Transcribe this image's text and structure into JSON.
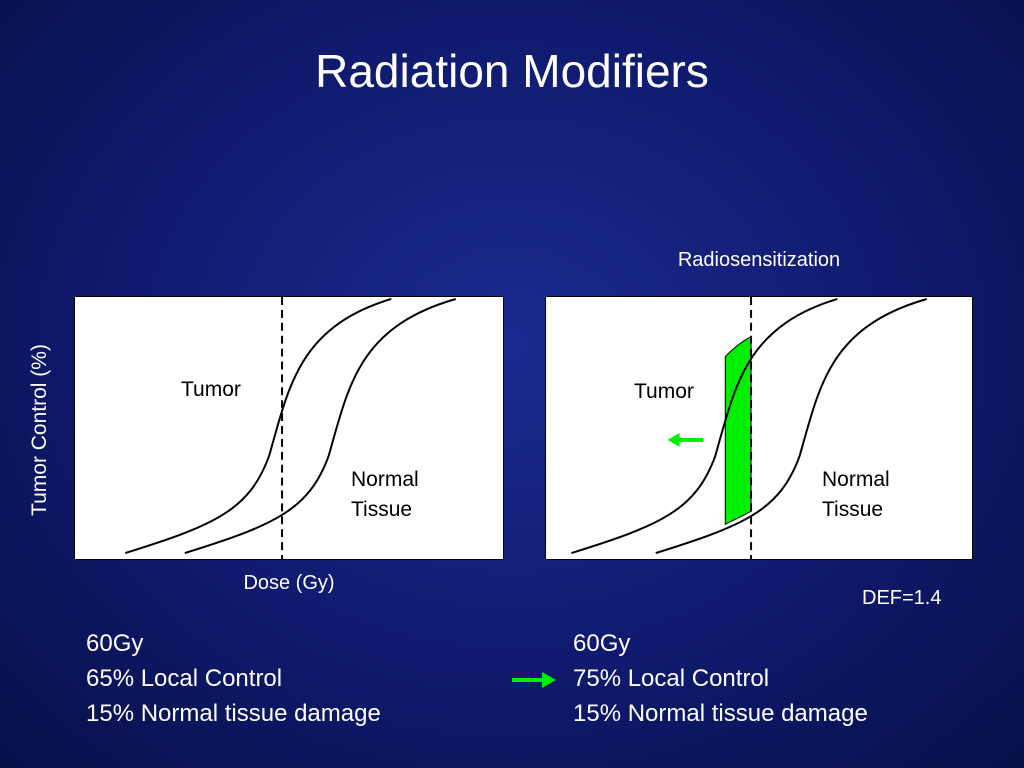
{
  "title": "Radiation Modifiers",
  "y_axis_label": "Tumor Control (%)",
  "x_axis_label": "Dose (Gy)",
  "left_panel": {
    "tumor_label": "Tumor",
    "normal_label_line1": "Normal",
    "normal_label_line2": "Tissue",
    "info": [
      "60Gy",
      "65% Local Control",
      "15% Normal tissue damage"
    ]
  },
  "right_panel": {
    "heading": "Radiosensitization",
    "tumor_label": "Tumor",
    "normal_label_line1": "Normal",
    "normal_label_line2": "Tissue",
    "def_text": "DEF=1.4",
    "info": [
      "60Gy",
      "75% Local Control",
      "15% Normal tissue damage"
    ]
  },
  "colors": {
    "background": "#0f1a6e",
    "highlight": "#00ee00",
    "curve": "#000000",
    "text": "#ffffff"
  }
}
